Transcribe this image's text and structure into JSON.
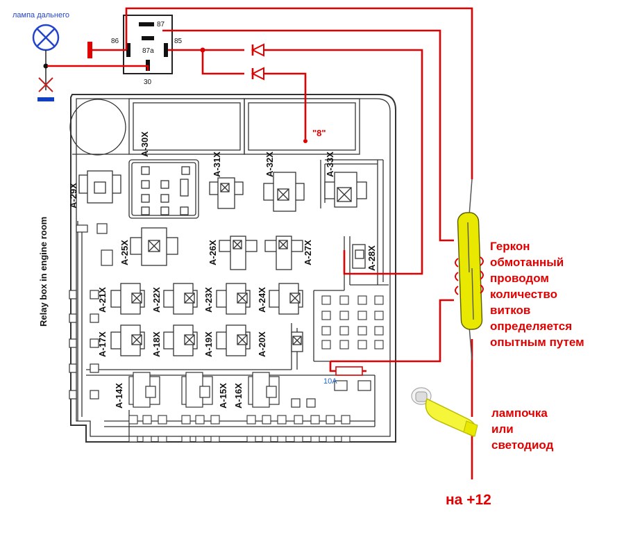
{
  "lamp": {
    "label": "лампа дальнего"
  },
  "relay": {
    "pins": {
      "p87": "87",
      "p86": "86",
      "p87a": "87a",
      "p85": "85",
      "p30": "30"
    }
  },
  "fuse_box": {
    "title": "Relay box in engine room",
    "wire_label": "\"8\"",
    "fuse_label": "10A",
    "connectors": {
      "a29": "A-29X",
      "a30": "A-30X",
      "a31": "A-31X",
      "a32": "A-32X",
      "a33": "A-33X",
      "a25": "A-25X",
      "a26": "A-26X",
      "a27": "A-27X",
      "a28": "A-28X",
      "a21": "A-21X",
      "a22": "A-22X",
      "a23": "A-23X",
      "a24": "A-24X",
      "a17": "A-17X",
      "a18": "A-18X",
      "a19": "A-19X",
      "a20": "A-20X",
      "a14": "A-14X",
      "a15": "A-15X",
      "a16": "A-16X"
    }
  },
  "reed_note": {
    "lines": [
      "Геркон",
      "обмотанный",
      "проводом",
      "количество",
      "витков",
      "определяется",
      "опытным путем"
    ]
  },
  "bulb_note": {
    "lines": [
      "лампочка",
      "или",
      "светодиод"
    ]
  },
  "supply": {
    "label": "на +12"
  },
  "colors": {
    "wire": "#e00000",
    "box": "#222222",
    "reed": "#e8e800",
    "bulb": "#f5f53a",
    "ground": "#1040c0",
    "lamp": "#2244cc"
  }
}
